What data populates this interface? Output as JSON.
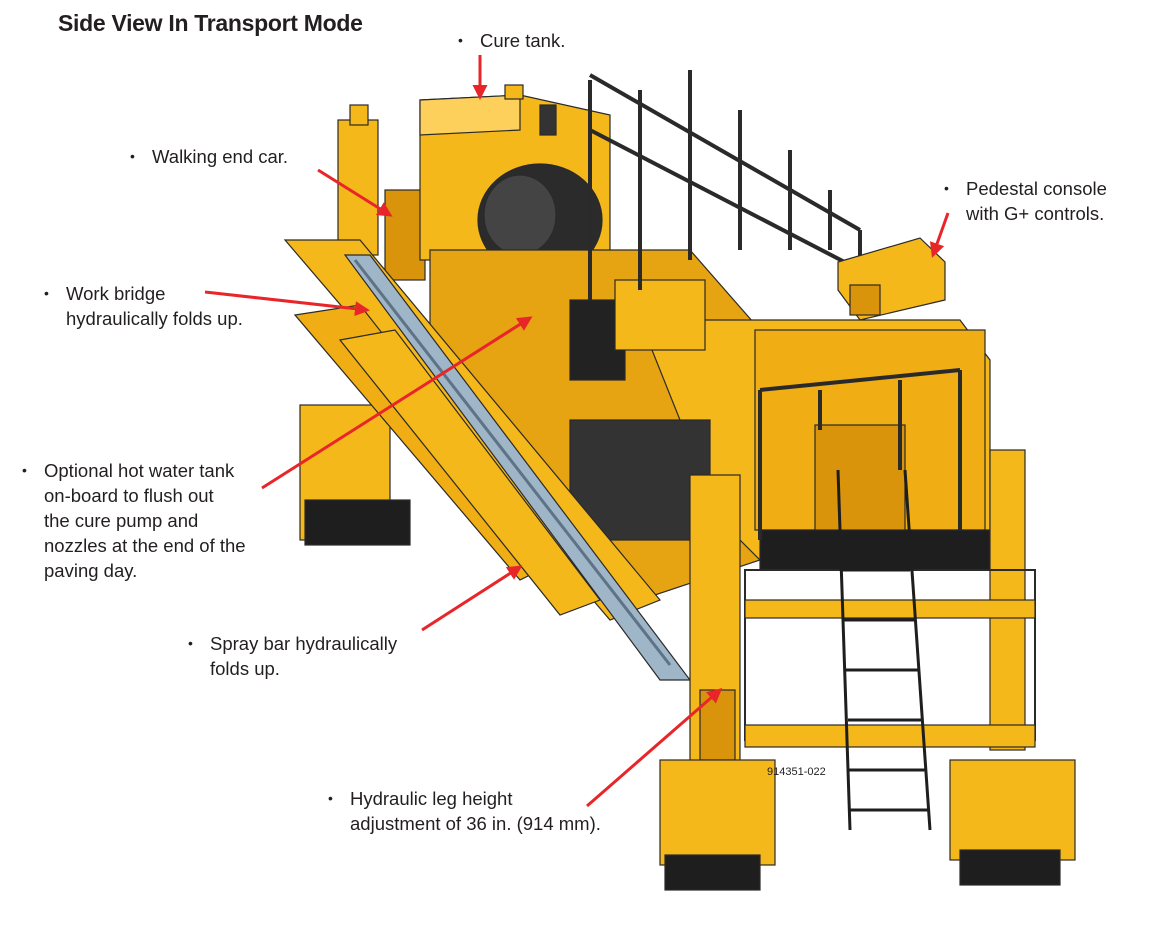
{
  "title": "Side View In Transport Mode",
  "drawing_number": "914351-022",
  "colors": {
    "machine_yellow": "#f5b81a",
    "machine_shadow": "#d9940c",
    "frame_dark": "#1e1e1e",
    "arrow_red": "#e8262a"
  },
  "callouts": {
    "cure_tank": {
      "lines": [
        "Cure tank."
      ]
    },
    "walking_end_car": {
      "lines": [
        "Walking end car."
      ]
    },
    "pedestal_console": {
      "lines": [
        "Pedestal console",
        "with G+ controls."
      ]
    },
    "work_bridge": {
      "lines": [
        "Work bridge",
        "hydraulically folds up."
      ]
    },
    "hot_water_tank": {
      "lines": [
        "Optional hot water tank",
        "on-board to flush out",
        "the cure pump and",
        "nozzles at the end of the",
        "paving day."
      ]
    },
    "spray_bar": {
      "lines": [
        "Spray bar hydraulically",
        "folds up."
      ]
    },
    "leg_height": {
      "lines": [
        "Hydraulic leg height",
        "adjustment of 36 in. (914 mm)."
      ]
    }
  }
}
